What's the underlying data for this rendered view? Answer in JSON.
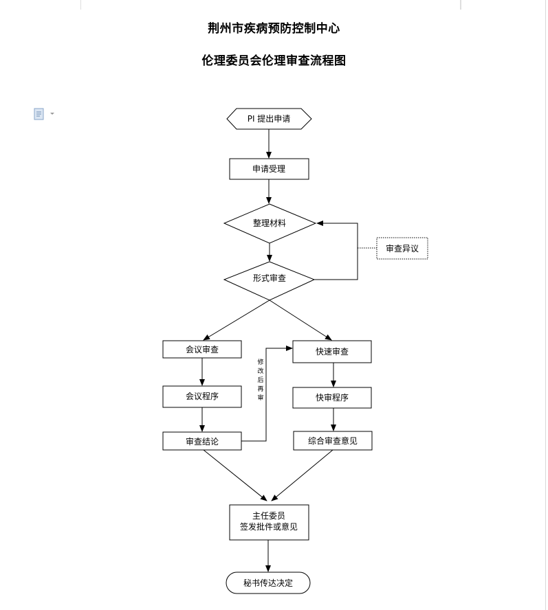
{
  "header": {
    "org": "荆州市疾病预防控制中心",
    "title": "伦理委员会伦理审查流程图"
  },
  "nodes": {
    "pi_submit": "PI 提出申请",
    "accept": "申请受理",
    "organize": "整理材料",
    "formal_review": "形式审查",
    "objection": "审查异议",
    "meeting_review": "会议审查",
    "fast_review": "快速审查",
    "meeting_procedure": "会议程序",
    "fast_procedure": "快审程序",
    "review_conclusion": "审查结论",
    "overall_opinion": "综合审查意见",
    "chairman_line1": "主任委员",
    "chairman_line2": "签发批件或意见",
    "secretary": "秘书传达决定"
  },
  "labels": {
    "resubmit": [
      "修",
      "改",
      "后",
      "再",
      "审"
    ]
  },
  "icons": {
    "doc": "document-icon"
  }
}
